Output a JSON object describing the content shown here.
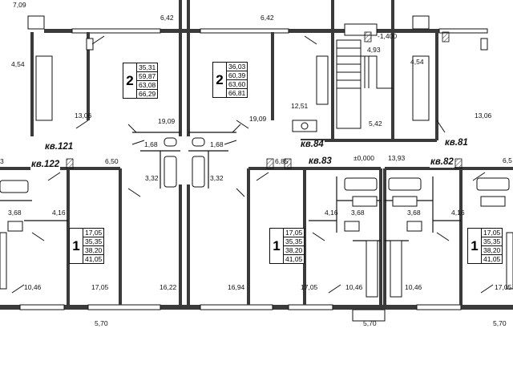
{
  "dimensions": [
    {
      "id": "d1",
      "text": "7,09"
    },
    {
      "id": "d2",
      "text": "6,42"
    },
    {
      "id": "d3",
      "text": "6,42"
    },
    {
      "id": "d4",
      "text": "-1,400"
    },
    {
      "id": "d5",
      "text": "4,54"
    },
    {
      "id": "d6",
      "text": "4,93"
    },
    {
      "id": "d7",
      "text": "4,54"
    },
    {
      "id": "d8",
      "text": "13,06"
    },
    {
      "id": "d9",
      "text": "19,09"
    },
    {
      "id": "d10",
      "text": "19,09"
    },
    {
      "id": "d11",
      "text": "12,51"
    },
    {
      "id": "d12",
      "text": "5,42"
    },
    {
      "id": "d13",
      "text": "13,06"
    },
    {
      "id": "d14",
      "text": "1,68"
    },
    {
      "id": "d15",
      "text": "1,68"
    },
    {
      "id": "d16",
      "text": "±0,000"
    },
    {
      "id": "d17",
      "text": "13,93"
    },
    {
      "id": "d18",
      "text": "3"
    },
    {
      "id": "d19",
      "text": "6,50"
    },
    {
      "id": "d20",
      "text": "6,85"
    },
    {
      "id": "d21",
      "text": "6,5"
    },
    {
      "id": "d22",
      "text": "3,32"
    },
    {
      "id": "d23",
      "text": "3,32"
    },
    {
      "id": "d24",
      "text": "3,68"
    },
    {
      "id": "d25",
      "text": "4,16"
    },
    {
      "id": "d26",
      "text": "4,16"
    },
    {
      "id": "d27",
      "text": "3,68"
    },
    {
      "id": "d28",
      "text": "3,68"
    },
    {
      "id": "d29",
      "text": "4,16"
    },
    {
      "id": "d30",
      "text": "10,46"
    },
    {
      "id": "d31",
      "text": "17,05"
    },
    {
      "id": "d32",
      "text": "16,22"
    },
    {
      "id": "d33",
      "text": "16,94"
    },
    {
      "id": "d34",
      "text": "17,05"
    },
    {
      "id": "d35",
      "text": "10,46"
    },
    {
      "id": "d36",
      "text": "10,46"
    },
    {
      "id": "d37",
      "text": "17,05"
    },
    {
      "id": "d38",
      "text": "5,70"
    },
    {
      "id": "d39",
      "text": "5,70"
    },
    {
      "id": "d40",
      "text": "5,70"
    }
  ],
  "apartments": [
    {
      "id": "a121",
      "text": "кв.121"
    },
    {
      "id": "a122",
      "text": "кв.122"
    },
    {
      "id": "a84",
      "text": "кв.84"
    },
    {
      "id": "a81",
      "text": "кв.81"
    },
    {
      "id": "a83",
      "text": "кв.83"
    },
    {
      "id": "a82",
      "text": "кв.82"
    }
  ],
  "room_boxes": [
    {
      "id": "b1",
      "rooms": "2",
      "areas": [
        "35,31",
        "59,87",
        "63,08",
        "66,29"
      ]
    },
    {
      "id": "b2",
      "rooms": "2",
      "areas": [
        "36,03",
        "60,39",
        "63,60",
        "66,81"
      ]
    },
    {
      "id": "b3",
      "rooms": "1",
      "areas": [
        "17,05",
        "35,35",
        "38,20",
        "41,05"
      ]
    },
    {
      "id": "b4",
      "rooms": "1",
      "areas": [
        "17,05",
        "35,35",
        "38,20",
        "41,05"
      ]
    },
    {
      "id": "b5",
      "rooms": "1",
      "areas": [
        "17,05",
        "35,35",
        "38,20",
        "41,05"
      ]
    }
  ],
  "colors": {
    "wall": "#3a3a3a",
    "line": "#111111",
    "hatch": "#555555"
  }
}
